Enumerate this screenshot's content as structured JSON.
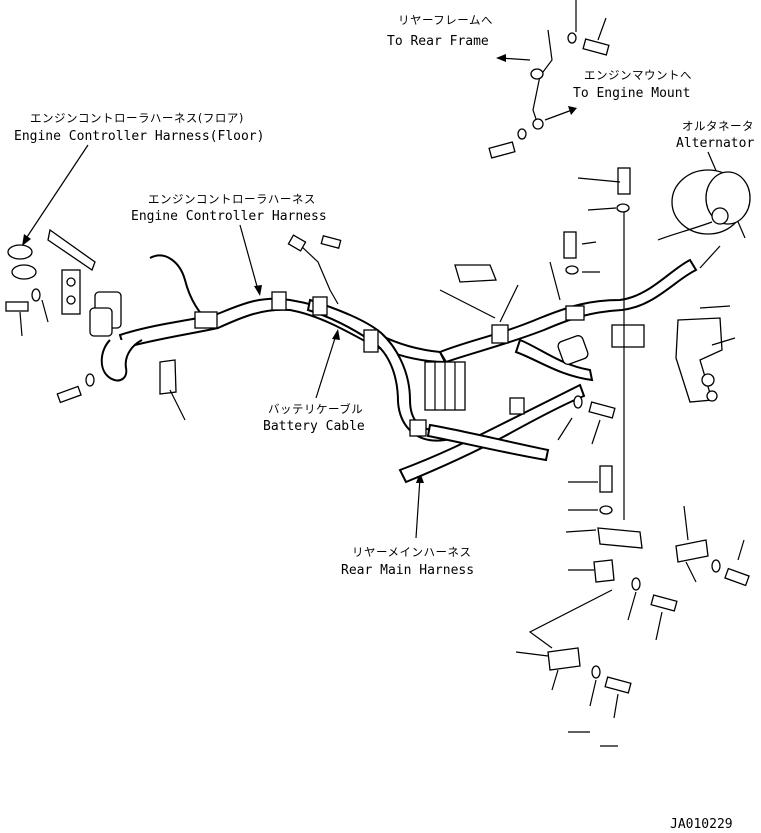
{
  "labels": {
    "rear_frame_jp": "リヤーフレームへ",
    "rear_frame_en": "To Rear Frame",
    "engine_mount_jp": "エンジンマウントへ",
    "engine_mount_en": "To Engine Mount",
    "alternator_jp": "オルタネータ",
    "alternator_en": "Alternator",
    "ecu_harness_floor_jp": "エンジンコントローラハーネス(フロア)",
    "ecu_harness_floor_en": "Engine Controller Harness(Floor)",
    "ecu_harness_jp": "エンジンコントローラハーネス",
    "ecu_harness_en": "Engine Controller Harness",
    "battery_cable_jp": "バッテリケーブル",
    "battery_cable_en": "Battery Cable",
    "rear_main_harness_jp": "リヤーメインハーネス",
    "rear_main_harness_en": "Rear Main Harness",
    "drawing_code": "JA010229"
  }
}
